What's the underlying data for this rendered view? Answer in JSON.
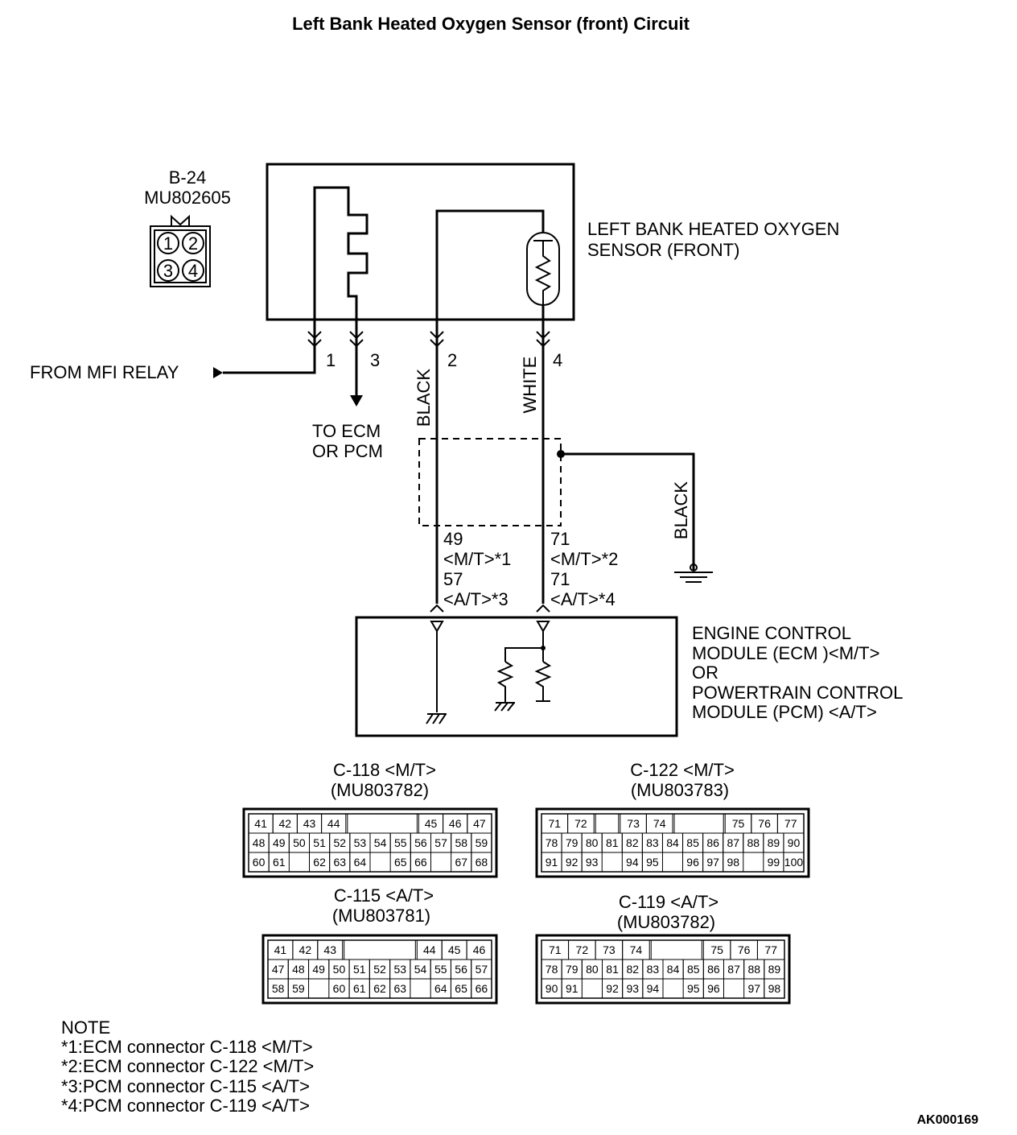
{
  "title": "Left Bank Heated Oxygen Sensor (front) Circuit",
  "sensor_connector": {
    "id": "B-24",
    "part": "MU802605",
    "pins": [
      "1",
      "2",
      "3",
      "4"
    ]
  },
  "sensor_label": [
    "LEFT BANK HEATED OXYGEN",
    "SENSOR (FRONT)"
  ],
  "from_relay": "FROM MFI RELAY",
  "to_ecm": [
    "TO ECM",
    "OR PCM"
  ],
  "sensor_pins": {
    "p1": "1",
    "p3": "3",
    "p2": "2",
    "p4": "4"
  },
  "wire_colors": {
    "left": "BLACK",
    "right": "WHITE",
    "shield": "BLACK"
  },
  "ecm_pins_left": [
    "49",
    "<M/T>*1",
    "57",
    "<A/T>*3"
  ],
  "ecm_pins_right": [
    "71",
    "<M/T>*2",
    "71",
    "<A/T>*4"
  ],
  "ecm_label": [
    "ENGINE CONTROL",
    "MODULE (ECM )<M/T>",
    "OR",
    "POWERTRAIN CONTROL",
    "MODULE (PCM) <A/T>"
  ],
  "connectors": [
    {
      "id": "C-118 <M/T>",
      "part": "(MU803782)",
      "rows": [
        [
          "41",
          "42",
          "43",
          "44",
          "",
          "",
          "",
          "45",
          "46",
          "47"
        ],
        [
          "48",
          "49",
          "50",
          "51",
          "52",
          "53",
          "54",
          "55",
          "56",
          "57",
          "58",
          "59"
        ],
        [
          "60",
          "61",
          "",
          "62",
          "63",
          "64",
          "",
          "65",
          "66",
          "",
          "67",
          "68"
        ]
      ]
    },
    {
      "id": "C-122 <M/T>",
      "part": "(MU803783)",
      "rows": [
        [
          "71",
          "72",
          "",
          "73",
          "74",
          "",
          "",
          "75",
          "76",
          "77"
        ],
        [
          "78",
          "79",
          "80",
          "81",
          "82",
          "83",
          "84",
          "85",
          "86",
          "87",
          "88",
          "89",
          "90"
        ],
        [
          "91",
          "92",
          "93",
          "",
          "94",
          "95",
          "",
          "96",
          "97",
          "98",
          "",
          "99",
          "100"
        ]
      ]
    },
    {
      "id": "C-115 <A/T>",
      "part": "(MU803781)",
      "rows": [
        [
          "41",
          "42",
          "43",
          "",
          "",
          "",
          "44",
          "45",
          "46"
        ],
        [
          "47",
          "48",
          "49",
          "50",
          "51",
          "52",
          "53",
          "54",
          "55",
          "56",
          "57"
        ],
        [
          "58",
          "59",
          "",
          "60",
          "61",
          "62",
          "63",
          "",
          "64",
          "65",
          "66"
        ]
      ]
    },
    {
      "id": "C-119 <A/T>",
      "part": "(MU803782)",
      "rows": [
        [
          "71",
          "72",
          "73",
          "74",
          "",
          "",
          "75",
          "76",
          "77"
        ],
        [
          "78",
          "79",
          "80",
          "81",
          "82",
          "83",
          "84",
          "85",
          "86",
          "87",
          "88",
          "89"
        ],
        [
          "90",
          "91",
          "",
          "92",
          "93",
          "94",
          "",
          "95",
          "96",
          "",
          "97",
          "98"
        ]
      ]
    }
  ],
  "notes": {
    "heading": "NOTE",
    "lines": [
      "*1:ECM connector C-118 <M/T>",
      "*2:ECM connector C-122 <M/T>",
      "*3:PCM connector C-115 <A/T>",
      "*4:PCM connector C-119 <A/T>"
    ]
  },
  "figure_id": "AK000169"
}
